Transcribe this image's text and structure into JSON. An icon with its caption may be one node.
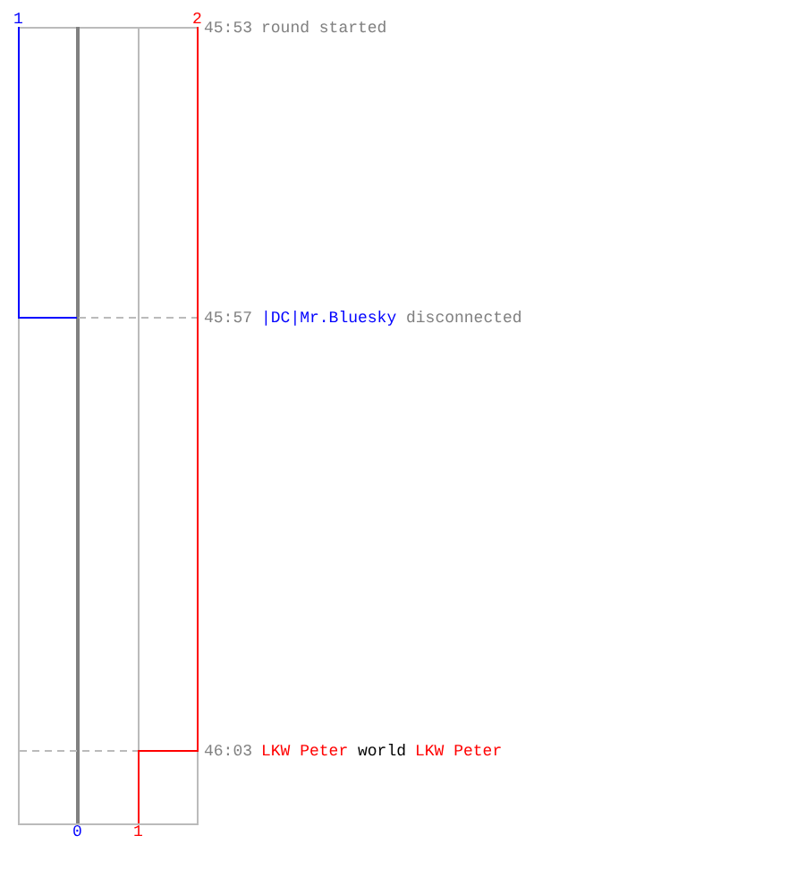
{
  "diagram": {
    "labels": [
      "1",
      "2",
      "45:53",
      "round started",
      "45:57",
      "|DC|Mr.Bluesky",
      "disconnected",
      "46:03",
      "LKW Peter",
      "world",
      "LKW Peter",
      "0",
      "1"
    ]
  }
}
